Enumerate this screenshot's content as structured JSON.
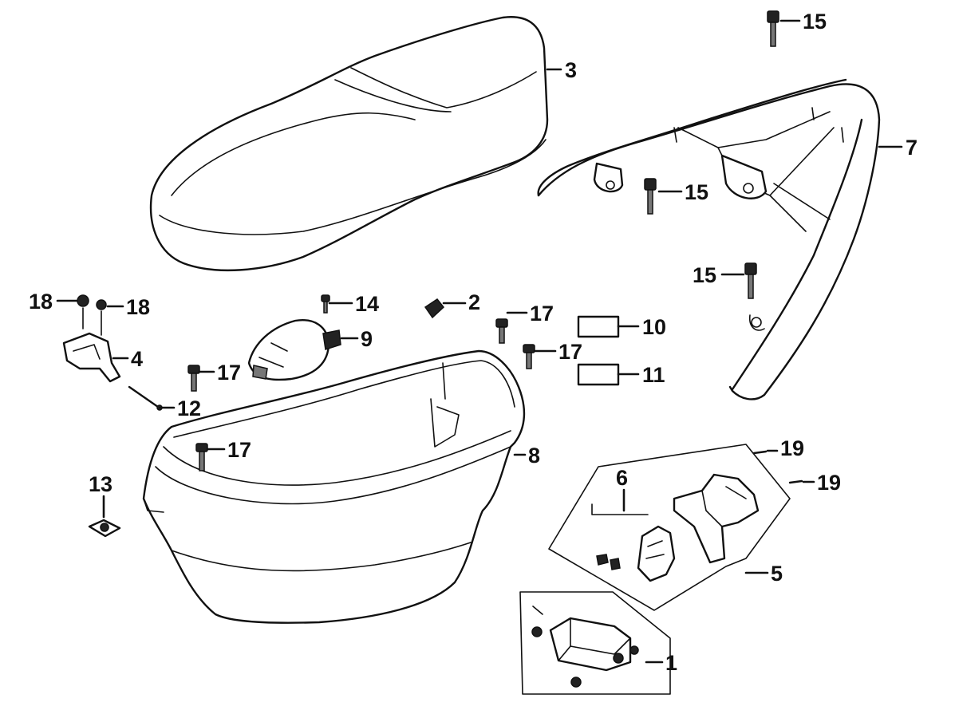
{
  "diagram": {
    "callouts": [
      {
        "id": "c1",
        "label": "1"
      },
      {
        "id": "c2",
        "label": "2"
      },
      {
        "id": "c3",
        "label": "3"
      },
      {
        "id": "c4",
        "label": "4"
      },
      {
        "id": "c5",
        "label": "5"
      },
      {
        "id": "c6",
        "label": "6"
      },
      {
        "id": "c7",
        "label": "7"
      },
      {
        "id": "c8",
        "label": "8"
      },
      {
        "id": "c9",
        "label": "9"
      },
      {
        "id": "c10",
        "label": "10"
      },
      {
        "id": "c11",
        "label": "11"
      },
      {
        "id": "c12",
        "label": "12"
      },
      {
        "id": "c13",
        "label": "13"
      },
      {
        "id": "c14",
        "label": "14"
      },
      {
        "id": "c15a",
        "label": "15"
      },
      {
        "id": "c15b",
        "label": "15"
      },
      {
        "id": "c15c",
        "label": "15"
      },
      {
        "id": "c17a",
        "label": "17"
      },
      {
        "id": "c17b",
        "label": "17"
      },
      {
        "id": "c17c",
        "label": "17"
      },
      {
        "id": "c17d",
        "label": "17"
      },
      {
        "id": "c18a",
        "label": "18"
      },
      {
        "id": "c18b",
        "label": "18"
      },
      {
        "id": "c19a",
        "label": "19"
      },
      {
        "id": "c19b",
        "label": "19"
      }
    ]
  }
}
